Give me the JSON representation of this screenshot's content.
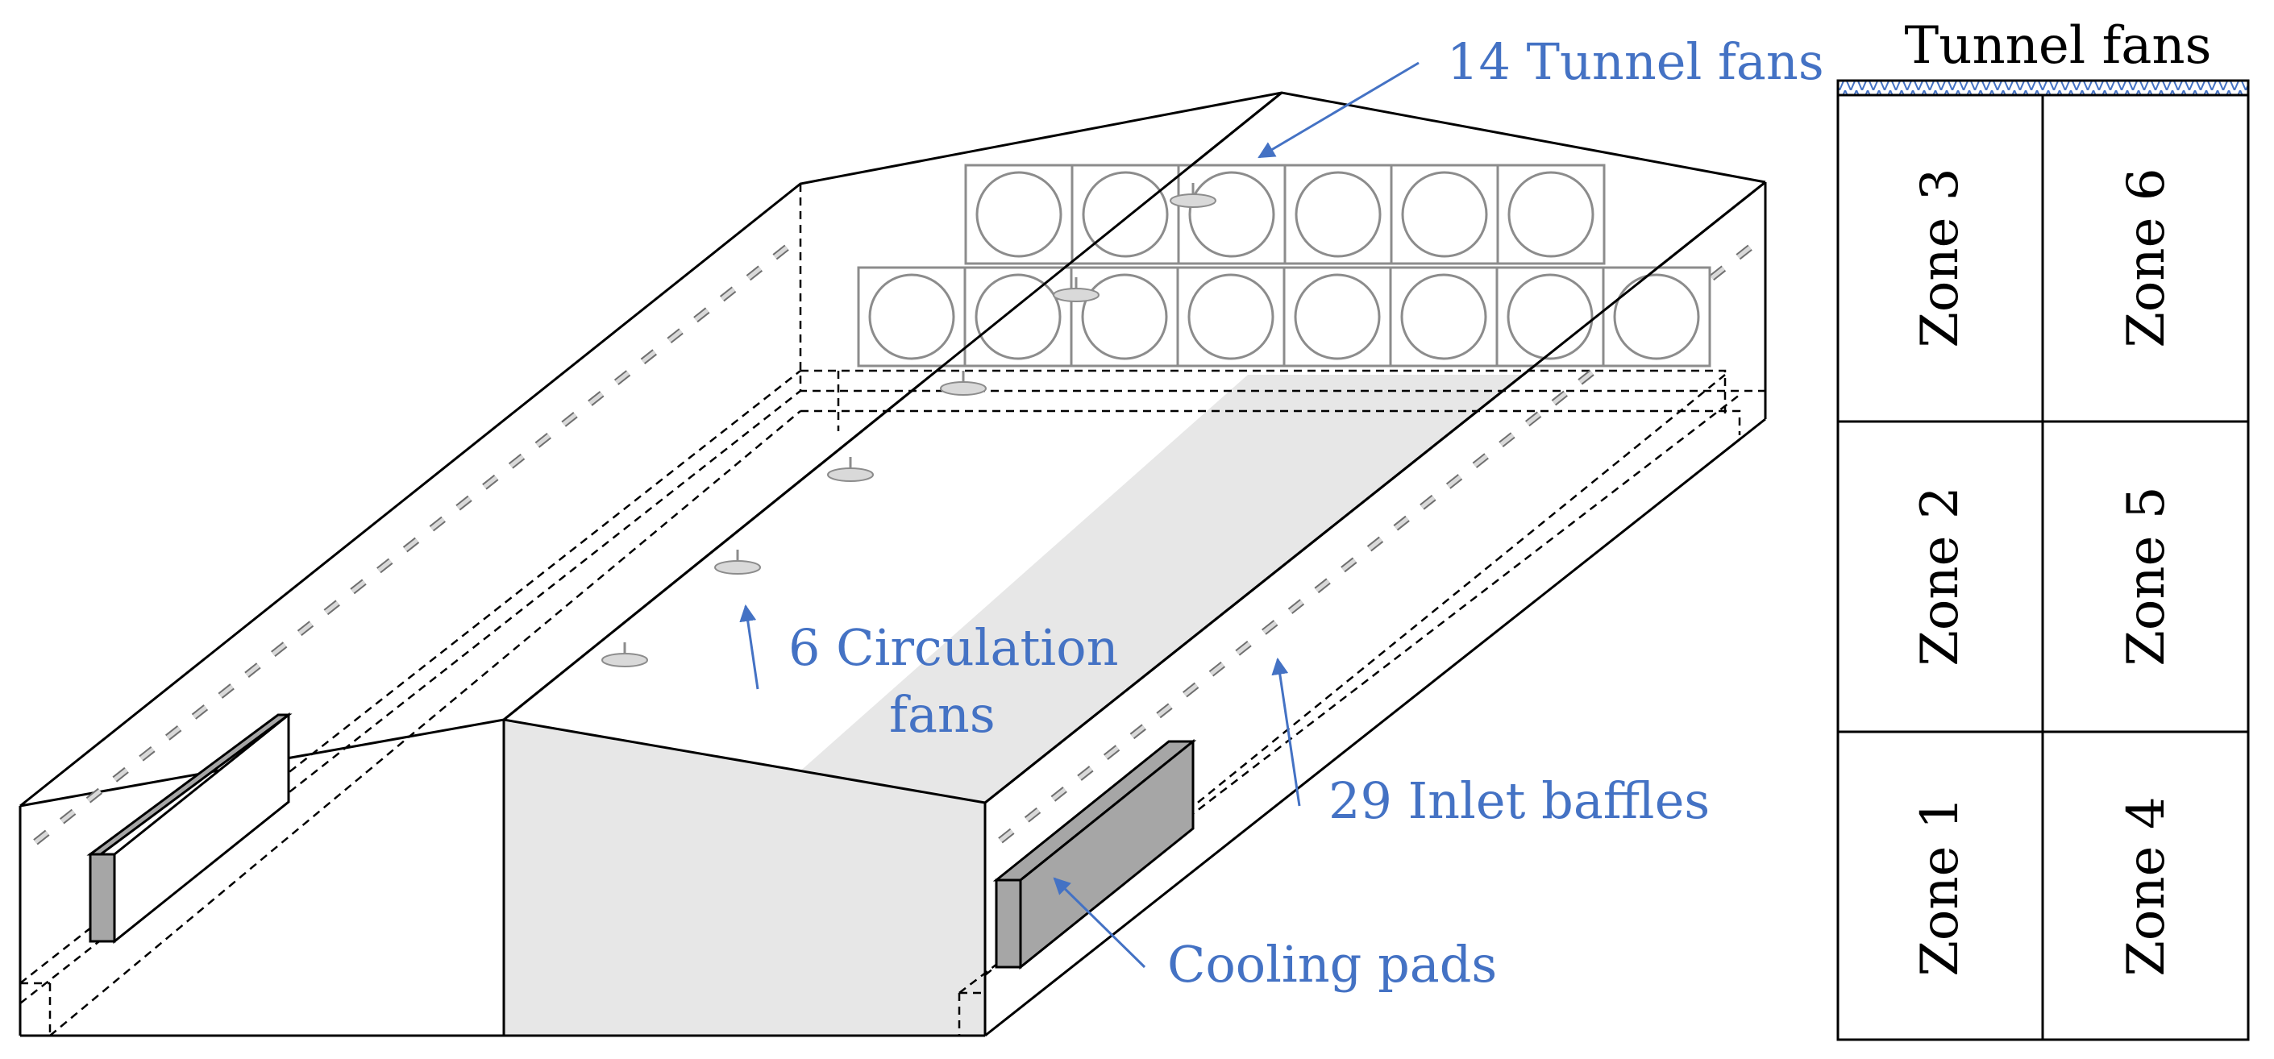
{
  "colors": {
    "callout": "#4472C4",
    "outline": "#000000",
    "floor": "#e7e7e7",
    "front_face": "#e7e7e7",
    "pad": "#a6a6a6",
    "fan_stroke": "#8c8c8c",
    "baffle_fill": "#d9d9d9"
  },
  "house": {
    "callouts": {
      "tunnel_fans": "14 Tunnel fans",
      "circulation_line1": "6 Circulation",
      "circulation_line2": "fans",
      "inlet_baffles": "29 Inlet baffles",
      "cooling_pads": "Cooling  pads"
    },
    "tunnel_fan_rows": [
      6,
      8
    ],
    "circulation_fan_count": 6
  },
  "zone_map": {
    "title": "Tunnel fans",
    "columns": [
      [
        "Zone 3",
        "Zone 2",
        "Zone 1"
      ],
      [
        "Zone 6",
        "Zone 5",
        "Zone 4"
      ]
    ]
  }
}
